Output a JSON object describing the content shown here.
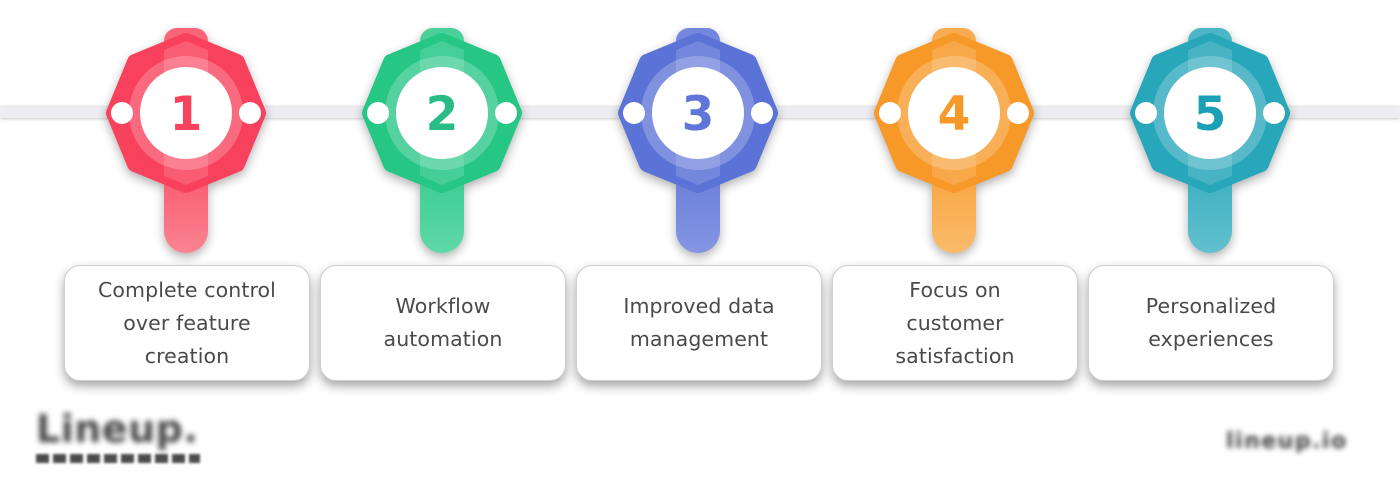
{
  "canvas": {
    "background": "#ffffff",
    "timeline_color": "#ECECF1"
  },
  "steps": [
    {
      "number": "1",
      "label": "Complete control over feature creation",
      "lines": [
        "Complete control",
        "over feature",
        "creation"
      ],
      "color": "#F8415C",
      "color_light": "#FA6477",
      "color_lighter": "#FB8492",
      "color_number": "#F8415C"
    },
    {
      "number": "2",
      "label": "Workflow automation",
      "lines": [
        "Workflow",
        "automation"
      ],
      "color": "#26C685",
      "color_light": "#4BD09B",
      "color_lighter": "#5FD8A8",
      "color_number": "#29BD85"
    },
    {
      "number": "3",
      "label": "Improved data management",
      "lines": [
        "Improved data",
        "management"
      ],
      "color": "#5B72D6",
      "color_light": "#7487DE",
      "color_lighter": "#8495E2",
      "color_number": "#5F75D8"
    },
    {
      "number": "4",
      "label": "Focus on customer satisfaction",
      "lines": [
        "Focus on",
        "customer",
        "satisfaction"
      ],
      "color": "#F79928",
      "color_light": "#F9AC4F",
      "color_lighter": "#FABB6B",
      "color_number": "#F79928"
    },
    {
      "number": "5",
      "label": "Personalized experiences",
      "lines": [
        "Personalized",
        "experiences"
      ],
      "color": "#28A6BA",
      "color_light": "#4CB6C7",
      "color_lighter": "#62C0CE",
      "color_number": "#1CA0B6"
    }
  ],
  "watermarks": {
    "left_logo": "Lineup.",
    "right_text": "lineup.io"
  }
}
